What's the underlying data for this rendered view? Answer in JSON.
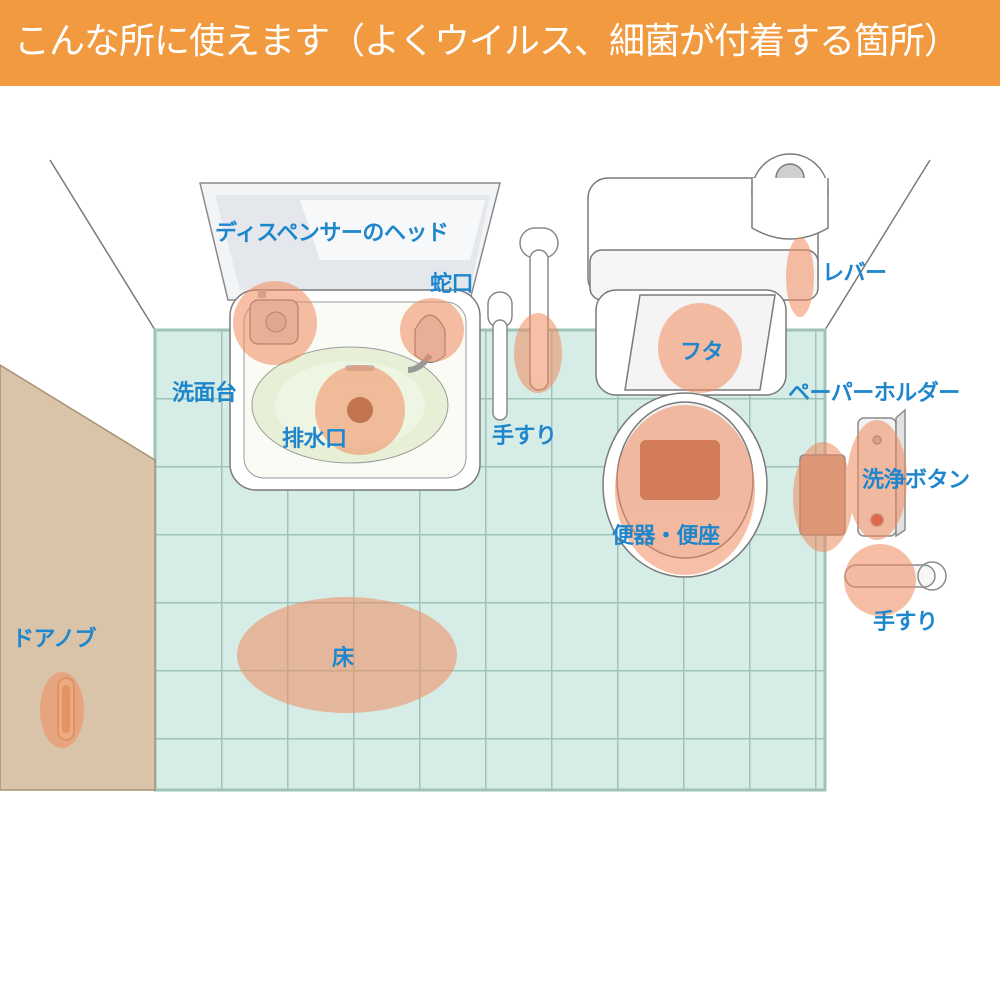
{
  "header": {
    "title": "こんな所に使えます（よくウイルス、細菌が付着する箇所）"
  },
  "labels": {
    "dispenser_head": "ディスペンサーのヘッド",
    "faucet": "蛇口",
    "lever": "レバー",
    "washbasin": "洗面台",
    "drain": "排水口",
    "handrail_wall": "手すり",
    "lid": "フタ",
    "paper_holder": "ペーパーホルダー",
    "flush_button": "洗浄ボタン",
    "toilet_seat": "便器・便座",
    "handrail_right": "手すり",
    "door_knob": "ドアノブ",
    "floor": "床"
  },
  "colors": {
    "banner": "#f29a3f",
    "label_text": "#1e86cc",
    "highlight": "#f08a5d",
    "floor_tile": "#d6ece6",
    "tile_grout": "#9fc3b8",
    "door": "#d9c4a9"
  }
}
